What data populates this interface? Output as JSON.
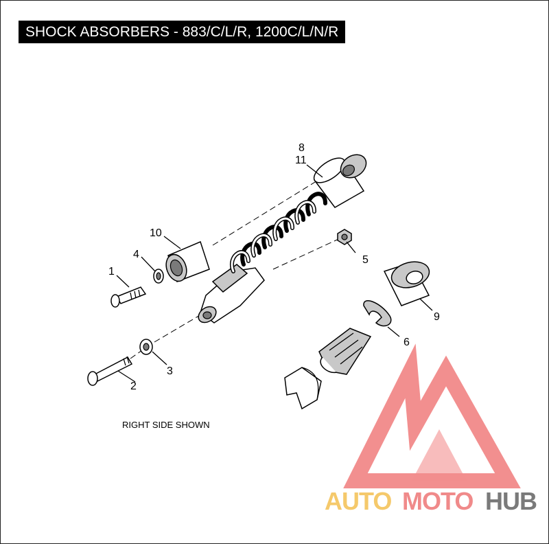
{
  "title": "SHOCK ABSORBERS - 883/C/L/R, 1200C/L/N/R",
  "callouts": {
    "c1": "1",
    "c2": "2",
    "c3": "3",
    "c4": "4",
    "c5": "5",
    "c6": "6",
    "c8": "8",
    "c9": "9",
    "c10": "10",
    "c11": "11"
  },
  "caption": "RIGHT SIDE SHOWN",
  "watermark": {
    "auto": "AUTO",
    "moto": "MOTO",
    "hub": "HUB"
  },
  "colors": {
    "auto": "#f5c96b",
    "moto": "#f08a8a",
    "hub": "#7a7a7a",
    "logo": "#f07c7c"
  }
}
